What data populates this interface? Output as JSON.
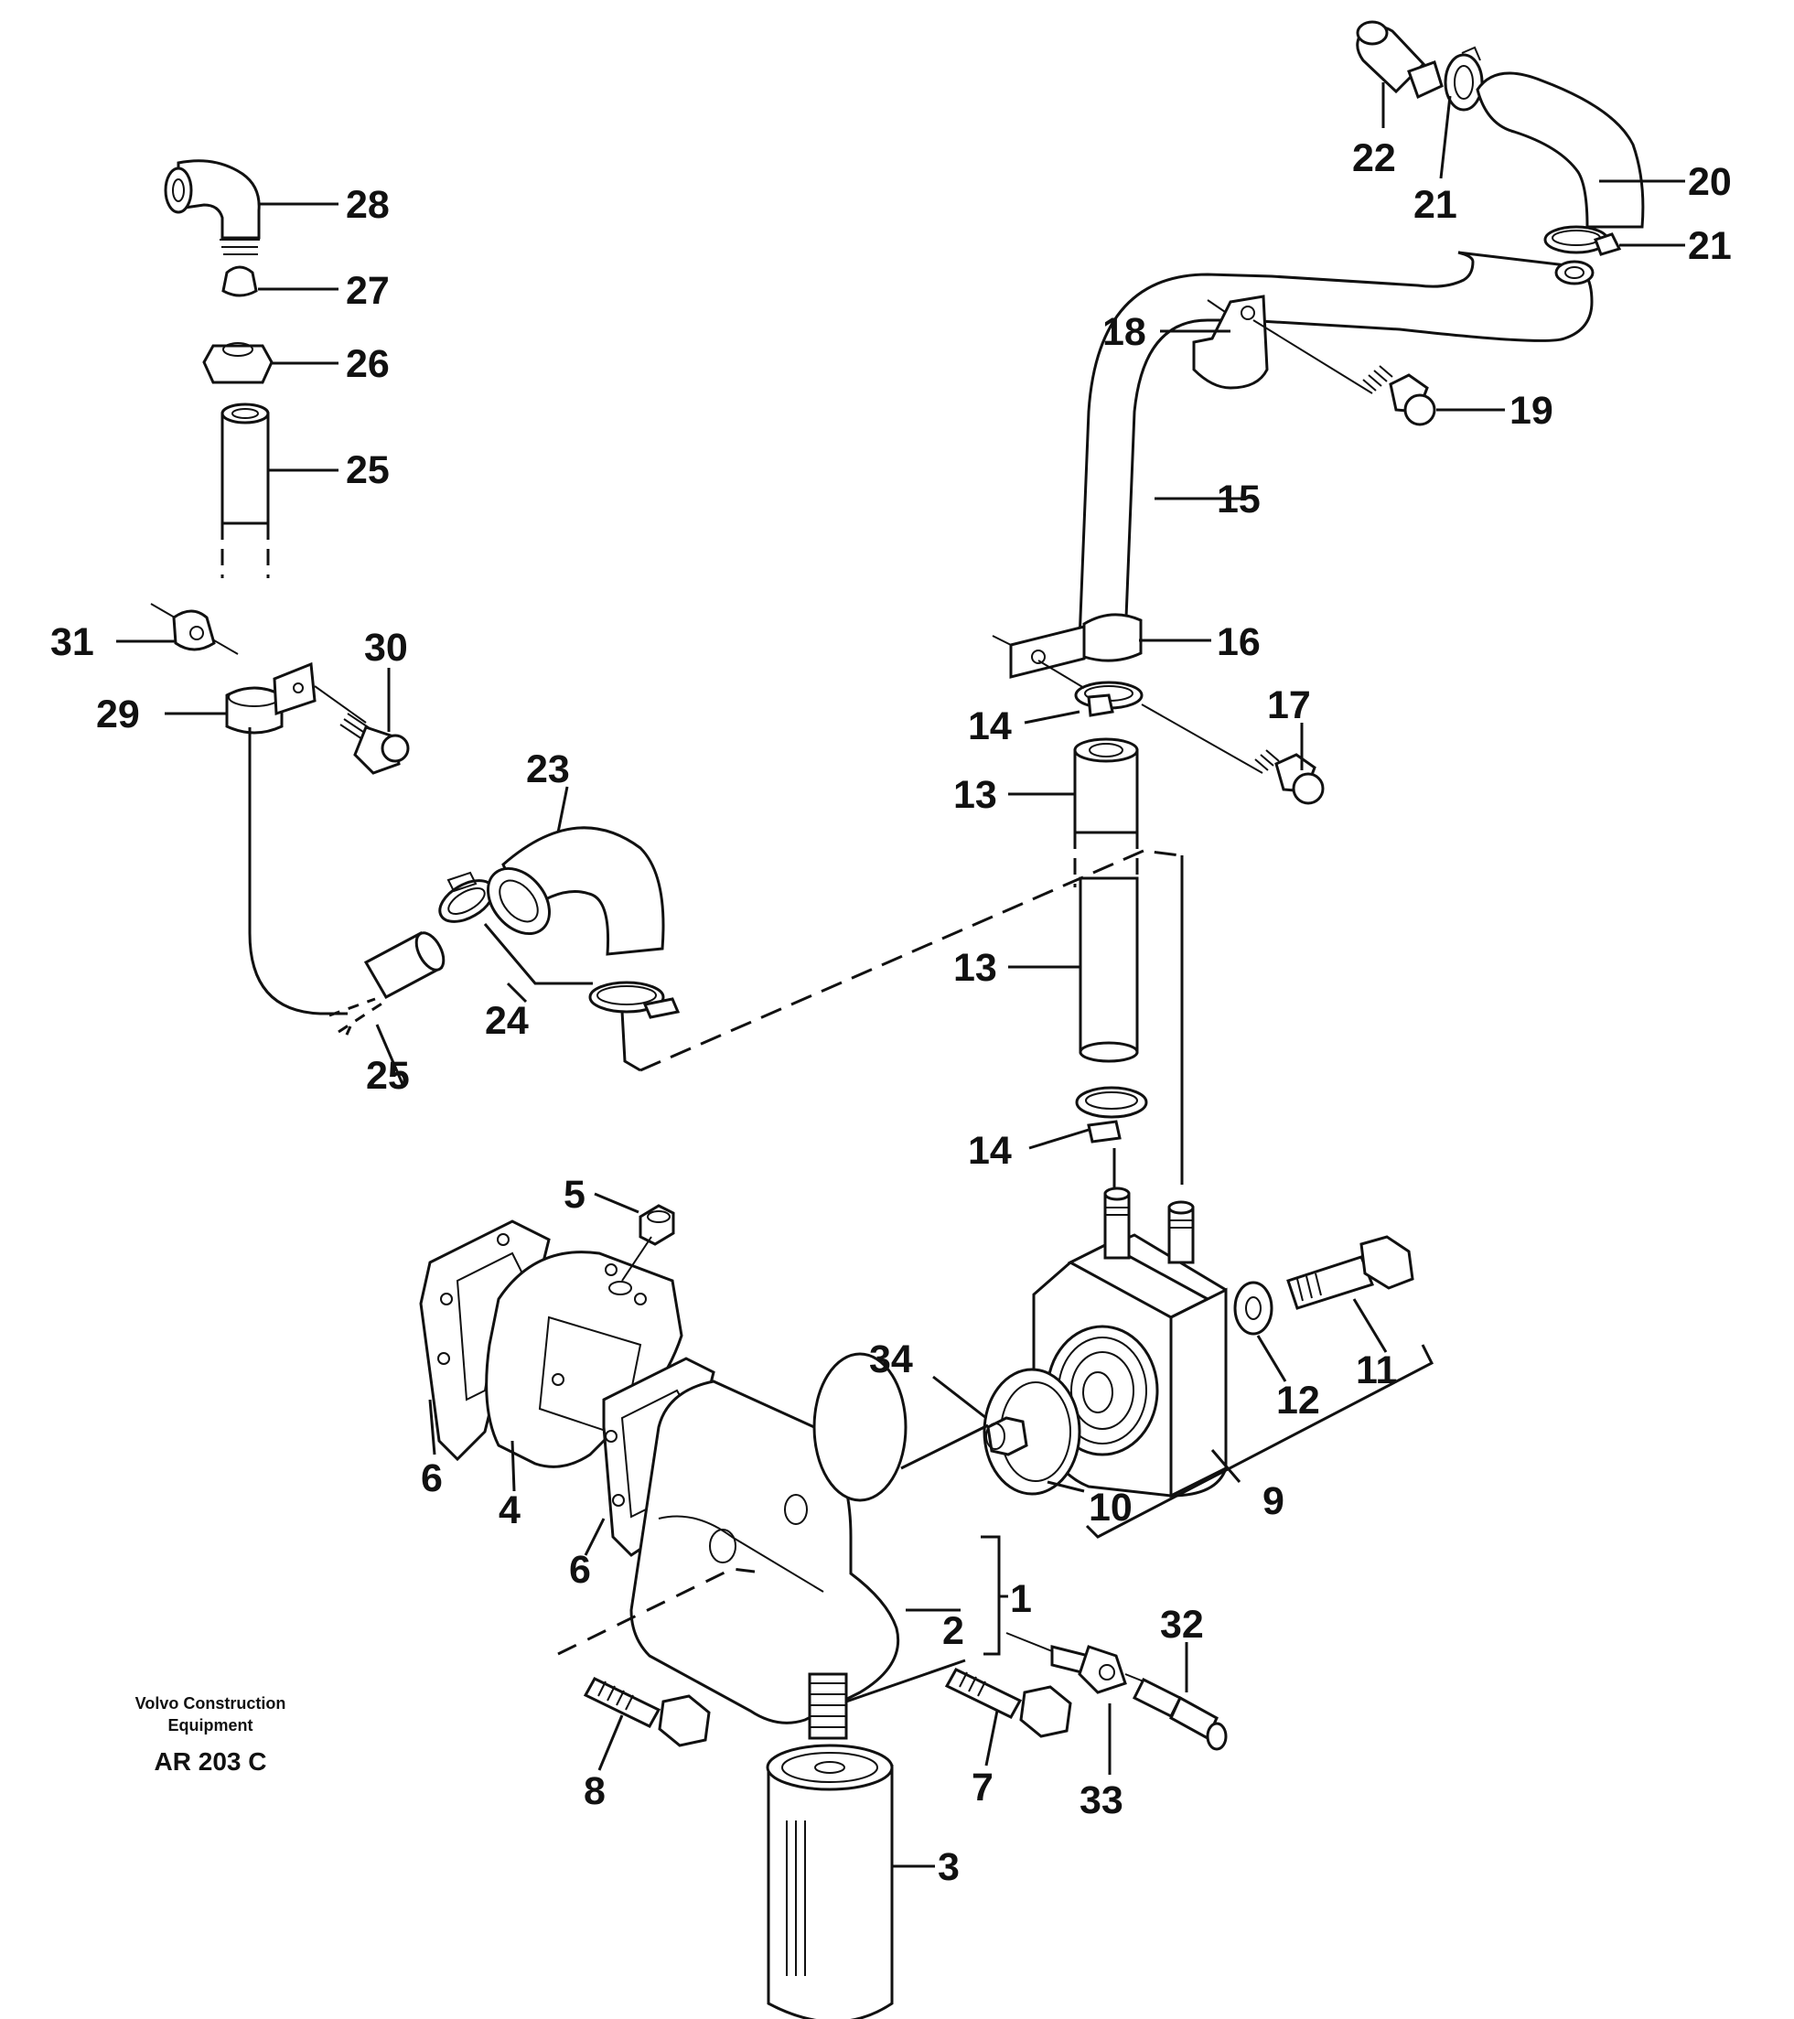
{
  "caption": {
    "line1": "Volvo Construction",
    "line2": "Equipment",
    "code": "AR 203 C"
  },
  "callouts": [
    {
      "id": "c1",
      "text": "1"
    },
    {
      "id": "c2",
      "text": "2"
    },
    {
      "id": "c3",
      "text": "3"
    },
    {
      "id": "c4",
      "text": "4"
    },
    {
      "id": "c5",
      "text": "5"
    },
    {
      "id": "c6a",
      "text": "6"
    },
    {
      "id": "c6b",
      "text": "6"
    },
    {
      "id": "c7",
      "text": "7"
    },
    {
      "id": "c8",
      "text": "8"
    },
    {
      "id": "c9",
      "text": "9"
    },
    {
      "id": "c10",
      "text": "10"
    },
    {
      "id": "c11",
      "text": "11"
    },
    {
      "id": "c12",
      "text": "12"
    },
    {
      "id": "c13a",
      "text": "13"
    },
    {
      "id": "c13b",
      "text": "13"
    },
    {
      "id": "c14a",
      "text": "14"
    },
    {
      "id": "c14b",
      "text": "14"
    },
    {
      "id": "c15",
      "text": "15"
    },
    {
      "id": "c16",
      "text": "16"
    },
    {
      "id": "c17",
      "text": "17"
    },
    {
      "id": "c18",
      "text": "18"
    },
    {
      "id": "c19",
      "text": "19"
    },
    {
      "id": "c20",
      "text": "20"
    },
    {
      "id": "c21a",
      "text": "21"
    },
    {
      "id": "c21b",
      "text": "21"
    },
    {
      "id": "c22",
      "text": "22"
    },
    {
      "id": "c23",
      "text": "23"
    },
    {
      "id": "c24",
      "text": "24"
    },
    {
      "id": "c25a",
      "text": "25"
    },
    {
      "id": "c25b",
      "text": "25"
    },
    {
      "id": "c26",
      "text": "26"
    },
    {
      "id": "c27",
      "text": "27"
    },
    {
      "id": "c28",
      "text": "28"
    },
    {
      "id": "c29",
      "text": "29"
    },
    {
      "id": "c30",
      "text": "30"
    },
    {
      "id": "c31",
      "text": "31"
    },
    {
      "id": "c32",
      "text": "32"
    },
    {
      "id": "c33",
      "text": "33"
    },
    {
      "id": "c34",
      "text": "34"
    }
  ]
}
